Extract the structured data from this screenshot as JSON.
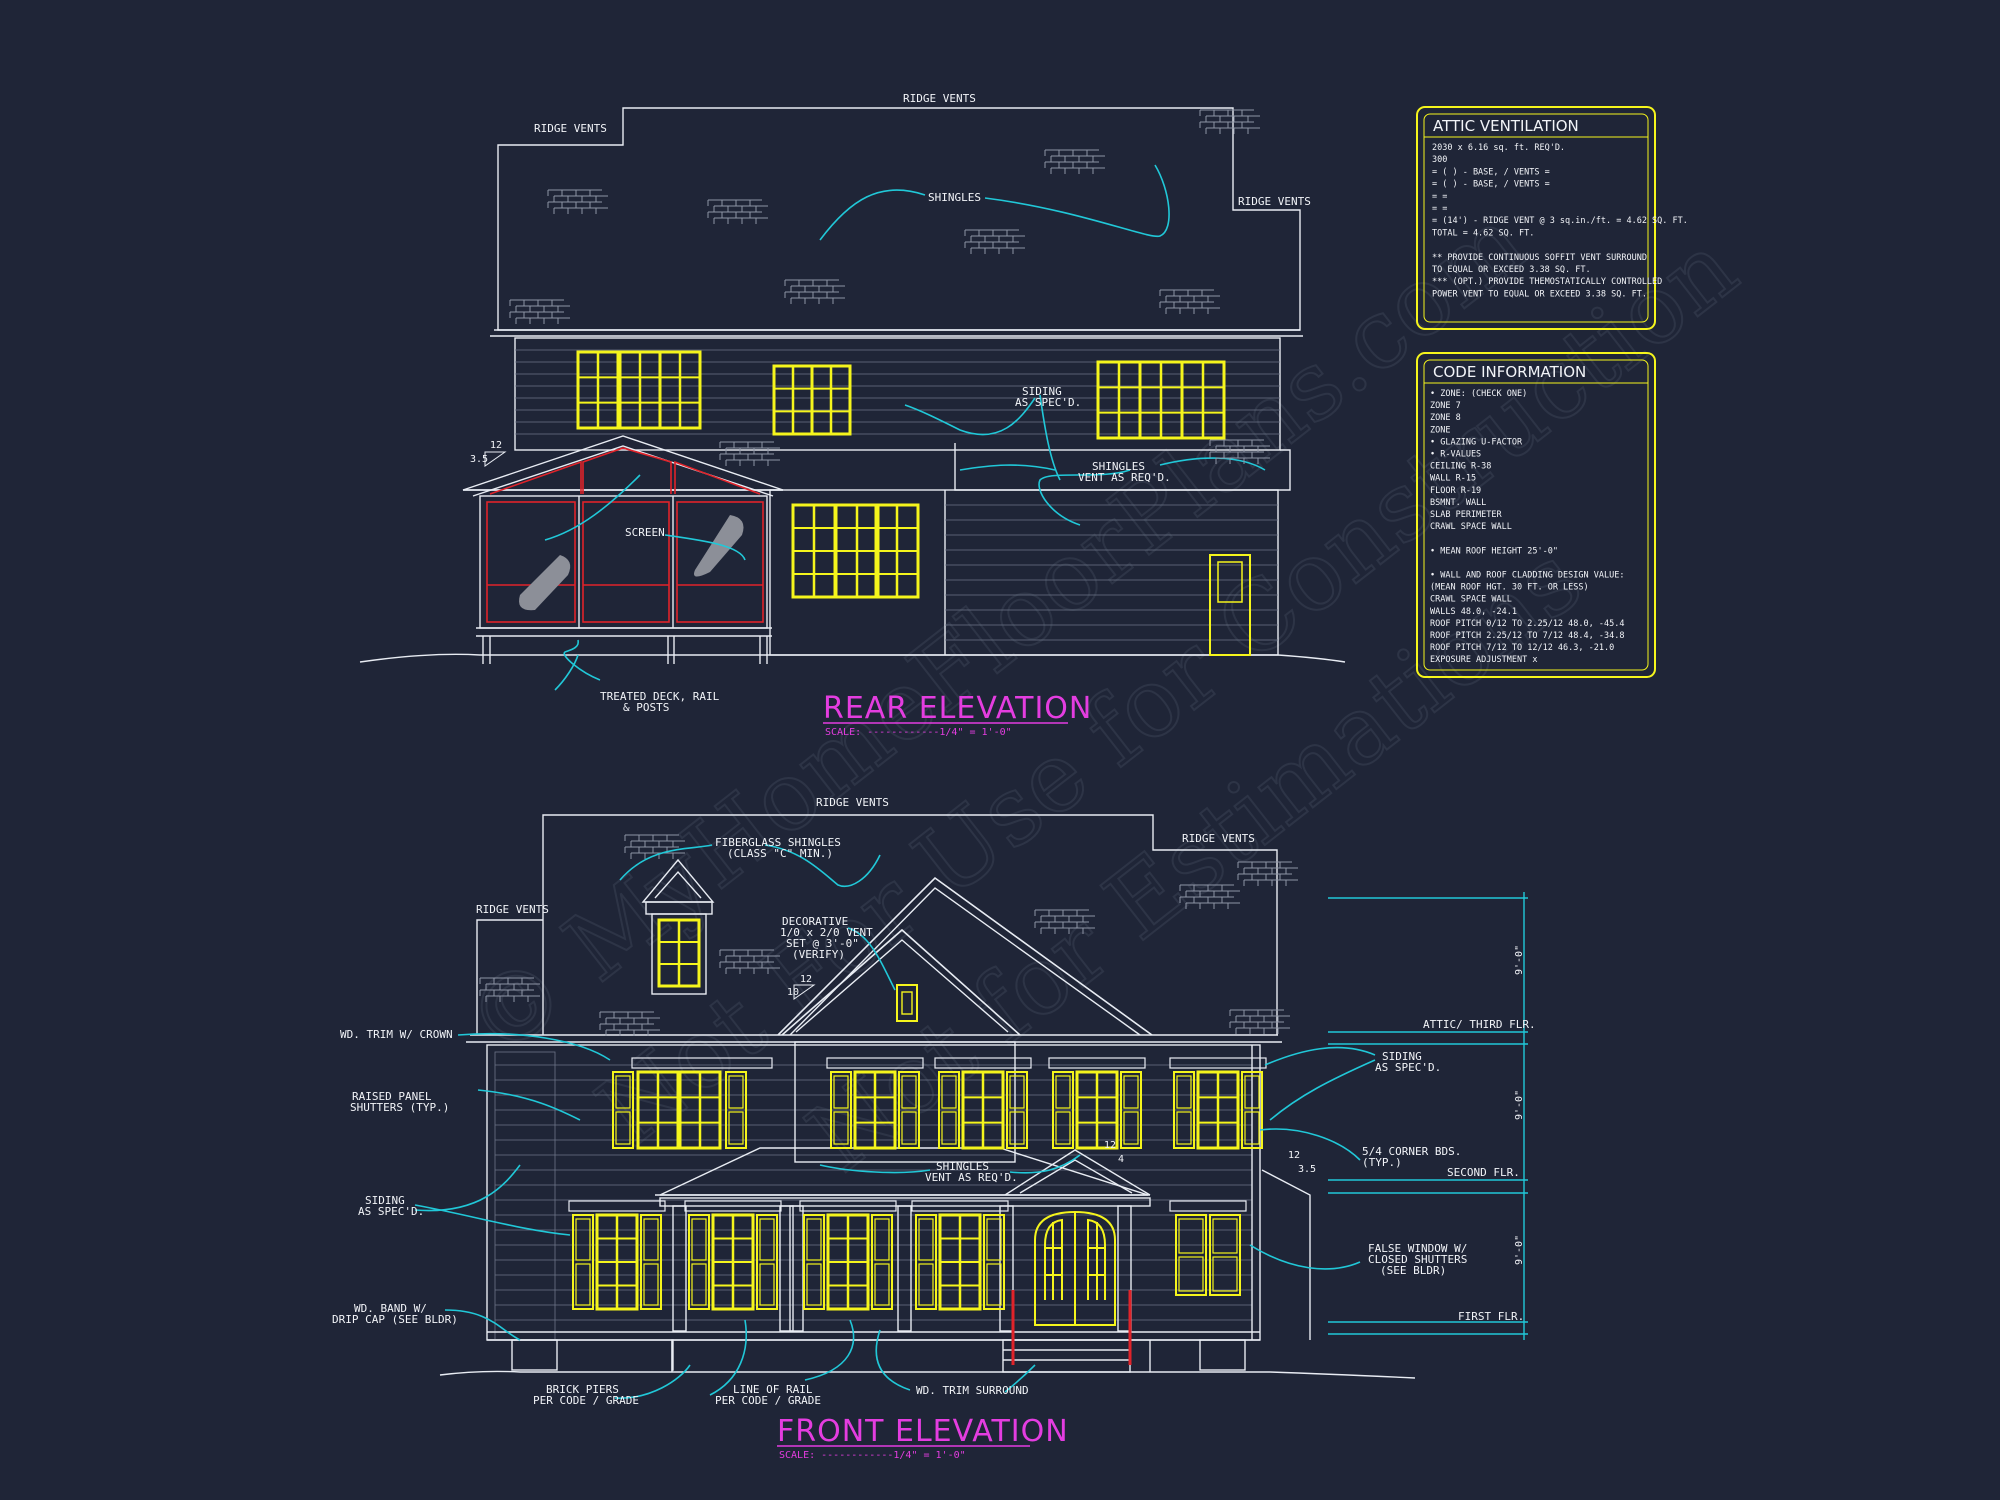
{
  "watermark": {
    "line1": "© MyHomeFloorPlans.com",
    "line2": "Not For Use for Construction",
    "line3": "Not for Estimations"
  },
  "rear_elevation": {
    "title": "REAR ELEVATION",
    "scale": "SCALE: ------------1/4\" = 1'-0\"",
    "labels": {
      "ridge_vents_top": "RIDGE VENTS",
      "ridge_vents_left": "RIDGE VENTS",
      "ridge_vents_right": "RIDGE VENTS",
      "shingles": "SHINGLES",
      "siding_1": "SIDING",
      "siding_2": "AS SPEC'D.",
      "shingles_vent_1": "SHINGLES",
      "shingles_vent_2": "VENT AS REQ'D.",
      "screen": "SCREEN",
      "deck_1": "TREATED DECK, RAIL",
      "deck_2": "& POSTS",
      "pitch_rise": "12",
      "pitch_run": "3.5"
    }
  },
  "front_elevation": {
    "title": "FRONT ELEVATION",
    "scale": "SCALE: ------------1/4\" = 1'-0\"",
    "labels": {
      "ridge_vents_top": "RIDGE VENTS",
      "ridge_vents_left": "RIDGE VENTS",
      "ridge_vents_right": "RIDGE VENTS",
      "fiberglass_1": "FIBERGLASS SHINGLES",
      "fiberglass_2": "(CLASS \"C\" MIN.)",
      "decorative_1": "DECORATIVE",
      "decorative_2": "1/0 x 2/0 VENT",
      "decorative_3": "SET @ 3'-0\"",
      "decorative_4": "(VERIFY)",
      "trim_crown": "WD. TRIM W/ CROWN",
      "raised_1": "RAISED PANEL",
      "raised_2": "SHUTTERS (TYP.)",
      "siding_left_1": "SIDING",
      "siding_left_2": "AS SPEC'D.",
      "band_1": "WD. BAND W/",
      "band_2": "DRIP CAP (SEE BLDR)",
      "brick_1": "BRICK PIERS",
      "brick_2": "PER CODE / GRADE",
      "rail_1": "LINE OF RAIL",
      "rail_2": "PER CODE / GRADE",
      "trim_surround": "WD. TRIM SURROUND",
      "shingles_vent_1": "SHINGLES",
      "shingles_vent_2": "VENT AS REQ'D.",
      "siding_right_1": "SIDING",
      "siding_right_2": "AS SPEC'D.",
      "corner_1": "5/4 CORNER BDS.",
      "corner_2": "(TYP.)",
      "false_1": "FALSE WINDOW W/",
      "false_2": "CLOSED SHUTTERS",
      "false_3": "(SEE BLDR)",
      "attic_flr": "ATTIC/ THIRD FLR.",
      "second_flr": "SECOND FLR.",
      "first_flr": "FIRST FLR.",
      "dim_top": "9'-0\"",
      "dim_mid": "9'-0\"",
      "dim_bot": "9'-0\"",
      "pitch_main_rise": "12",
      "pitch_main_run": "10",
      "pitch_porch_rise": "12",
      "pitch_porch_run": "4",
      "pitch_side_rise": "12",
      "pitch_side_run": "3.5"
    }
  },
  "attic_ventilation": {
    "title": "ATTIC VENTILATION",
    "lines": [
      "2030 x 6.16 sq. ft. REQ'D.",
      "300",
      "= ( ) -        BASE,   /   VENTS   =",
      "= ( ) -        BASE,   /   VENTS   =",
      "=                                  =",
      "=                                  =",
      "= (14') - RIDGE VENT @ 3 sq.in./ft. = 4.62 SQ. FT.",
      "                          TOTAL     = 4.62 SQ. FT.",
      "",
      "** PROVIDE CONTINUOUS SOFFIT VENT SURROUND",
      "   TO EQUAL OR EXCEED 3.38 SQ. FT.",
      "*** (OPT.) PROVIDE THEMOSTATICALLY CONTROLLED",
      "   POWER VENT TO EQUAL OR EXCEED 3.38 SQ. FT."
    ]
  },
  "code_information": {
    "title": "CODE INFORMATION",
    "lines": [
      "• ZONE: (CHECK ONE)",
      "     ZONE 7",
      "     ZONE 8",
      "     ZONE",
      "• GLAZING U-FACTOR",
      "• R-VALUES",
      "     CEILING            R-38",
      "     WALL               R-15",
      "     FLOOR              R-19",
      "     BSMNT. WALL",
      "     SLAB PERIMETER",
      "     CRAWL SPACE WALL",
      "",
      "• MEAN ROOF HEIGHT  25'-0\"",
      "",
      "• WALL AND ROOF CLADDING DESIGN VALUE:",
      "  (MEAN ROOF HGT. 30 FT. OR LESS)",
      "     CRAWL SPACE WALL",
      "     WALLS                      48.0, -24.1",
      "     ROOF PITCH 0/12 TO 2.25/12  48.0, -45.4",
      "     ROOF PITCH 2.25/12 TO 7/12  48.4, -34.8",
      "     ROOF PITCH 7/12 TO 12/12    46.3, -21.0",
      "     EXPOSURE ADJUSTMENT         x"
    ]
  },
  "colors": {
    "background": "#1f2537",
    "linework": "#e8ecf3",
    "windows": "#f5f51c",
    "leaders": "#21c8d8",
    "titles": "#e43de0",
    "screen_frame": "#e0232a"
  }
}
